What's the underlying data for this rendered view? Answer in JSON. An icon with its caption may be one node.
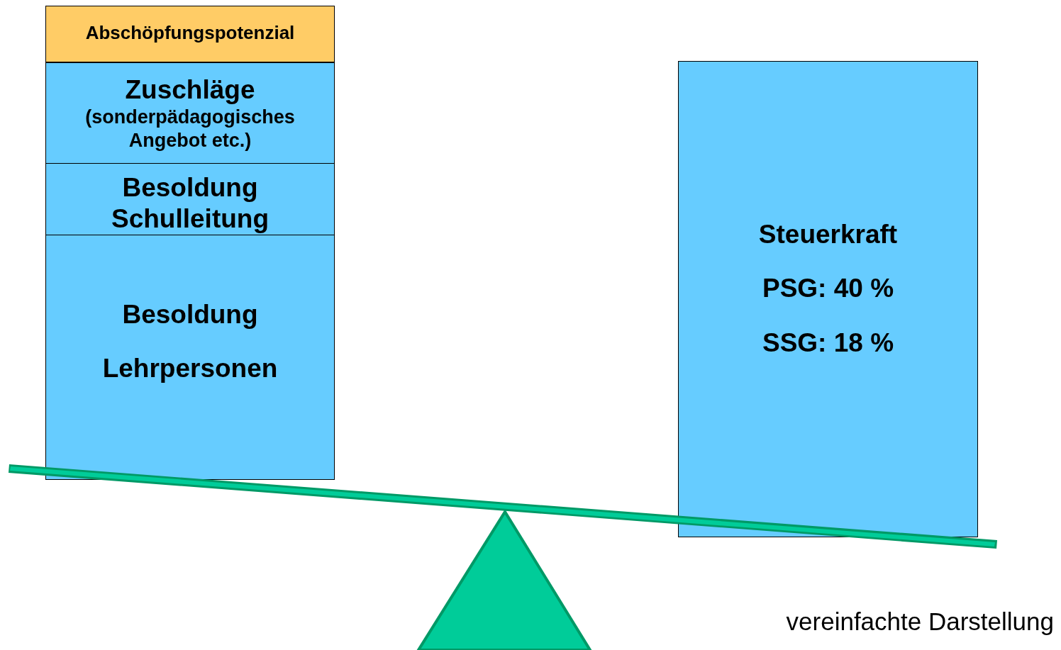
{
  "diagram": {
    "nodes": [
      {
        "text": [
          "Abschöpfungspotenzial"
        ]
      },
      {
        "text": [
          "Zuschläge",
          "(sonderpädagogisches Angebot etc.)"
        ]
      },
      {
        "text": [
          "Besoldung Schulleitung"
        ]
      },
      {
        "text": [
          "Besoldung",
          "Lehrpersonen"
        ]
      },
      {
        "text": [
          "Steuerkraft",
          "PSG: 40 %",
          "SSG: 18 %"
        ]
      }
    ],
    "labels": [
      "vereinfachte Darstellung"
    ]
  }
}
